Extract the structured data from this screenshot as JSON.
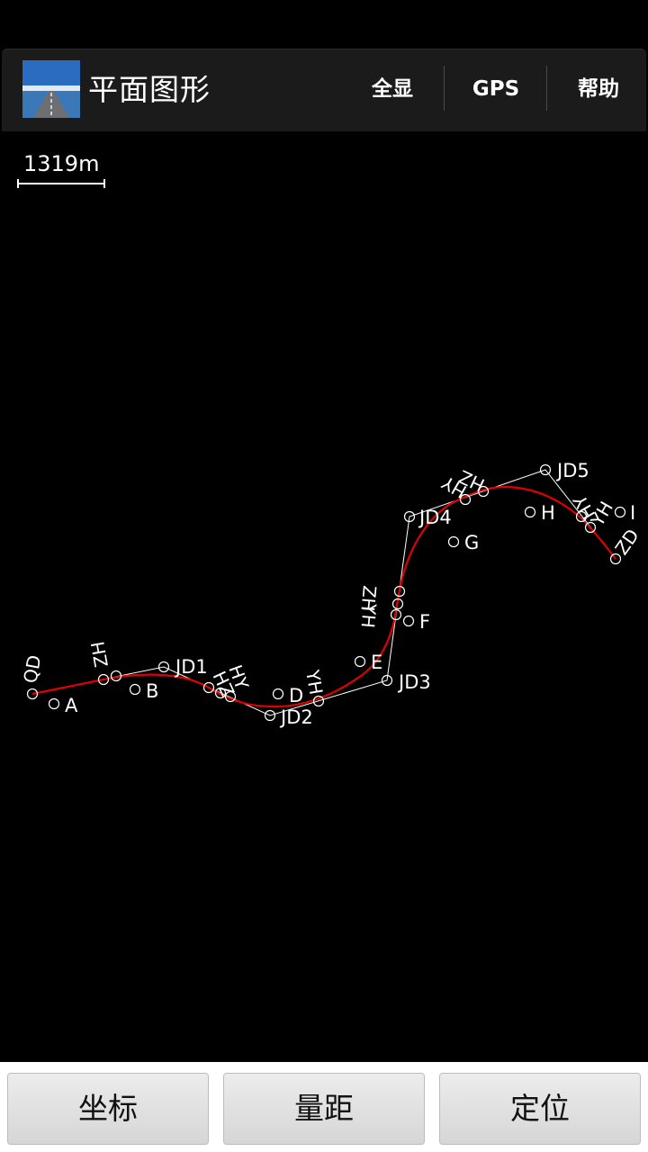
{
  "app": {
    "title": "平面图形"
  },
  "menu": {
    "show_all": "全显",
    "gps": "GPS",
    "help": "帮助"
  },
  "scale": {
    "label": "1319m"
  },
  "route": {
    "curve_color": "#e00000",
    "tangent_color": "#ffffff",
    "jd_points": [
      "JD1",
      "JD2",
      "JD3",
      "JD4",
      "JD5"
    ],
    "points": [
      "QD",
      "A",
      "B",
      "D",
      "E",
      "F",
      "G",
      "H",
      "I",
      "ZD"
    ],
    "curve_labels": [
      "ZH",
      "HZ",
      "HY",
      "YH",
      "ZH",
      "YH",
      "HY",
      "HZ",
      "HY",
      "YH"
    ]
  },
  "bottom": {
    "coords": "坐标",
    "measure": "量距",
    "locate": "定位"
  }
}
